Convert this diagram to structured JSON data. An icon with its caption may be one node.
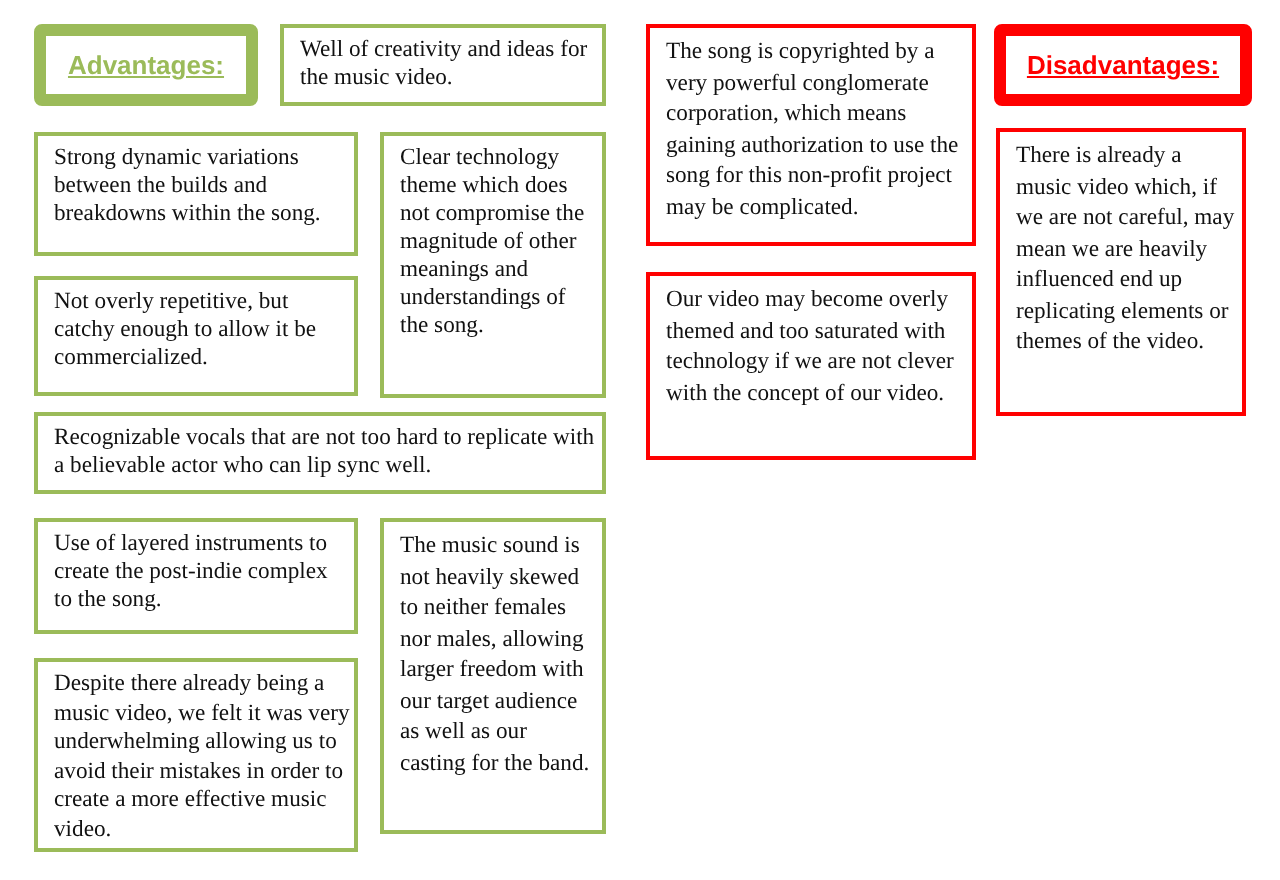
{
  "diagram": {
    "nodes": [
      {
        "text": [
          "Advantages:"
        ]
      },
      {
        "text": [
          "Well of creativity and ideas for the music video."
        ]
      },
      {
        "text": [
          "Strong dynamic variations between the builds and breakdowns within the song."
        ]
      },
      {
        "text": [
          "Clear technology theme which does not compromise the magnitude of other meanings and understandings of the song."
        ]
      },
      {
        "text": [
          "Not overly repetitive, but catchy enough to allow it be commercialized."
        ]
      },
      {
        "text": [
          "Recognizable vocals that are not too hard to replicate with a believable actor who can lip sync well."
        ]
      },
      {
        "text": [
          "Use of layered instruments to create the post-indie complex to the song."
        ]
      },
      {
        "text": [
          "The music sound is not heavily skewed to neither females nor males, allowing larger freedom with our target audience as well as our casting for the band."
        ]
      },
      {
        "text": [
          "Despite there already being a music video, we felt it was very underwhelming allowing us to avoid their mistakes in order to create a more effective music video."
        ]
      },
      {
        "text": [
          "The song is copyrighted by a very powerful conglomerate corporation, which means gaining authorization to use the song for this non-profit project may be complicated."
        ]
      },
      {
        "text": [
          "Disadvantages:"
        ]
      },
      {
        "text": [
          "There is already a music video which, if we are not careful, may mean we are heavily influenced end up replicating elements or themes of the video."
        ]
      },
      {
        "text": [
          "Our video may become overly themed and too saturated with technology if we are not clever with the concept of our video."
        ]
      }
    ]
  }
}
